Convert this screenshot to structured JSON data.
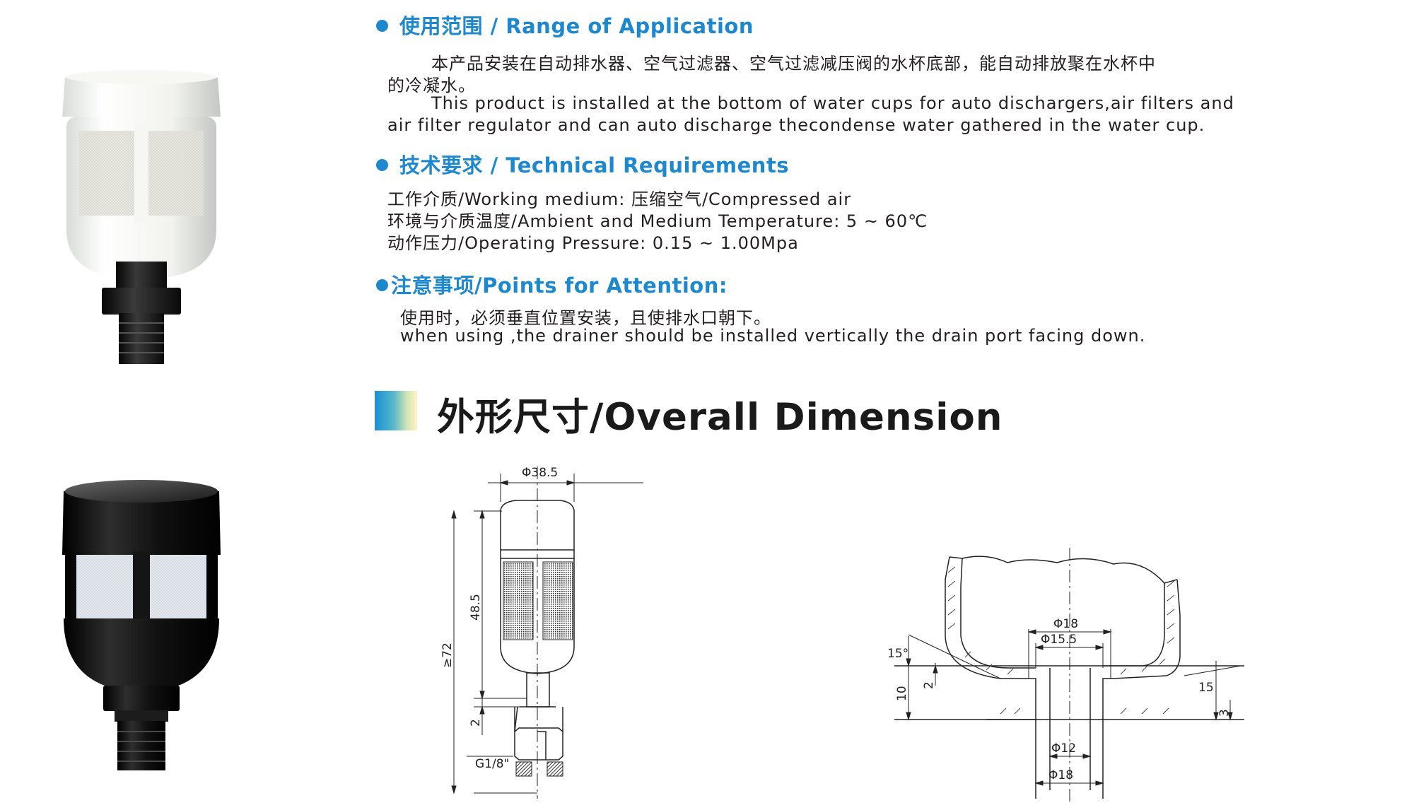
{
  "range": {
    "heading": "使用范围 / Range of Application",
    "zh_line1": "本产品安装在自动排水器、空气过滤器、空气过滤减压阀的水杯底部，能自动排放聚在水杯中",
    "zh_line2": "的冷凝水。",
    "en_line1": "This product is installed at the bottom of water cups for auto dischargers,air filters and",
    "en_line2": "air filter regulator and can auto discharge thecondense water gathered in the water cup."
  },
  "technical": {
    "heading": "技术要求 / Technical Requirements",
    "working_medium": "工作介质/Working medium: 压缩空气/Compressed air",
    "temperature": "环境与介质温度/Ambient and Medium Temperature: 5 ~ 60℃",
    "pressure": "动作压力/Operating Pressure: 0.15 ~ 1.00Mpa"
  },
  "attention": {
    "heading": "注意事项/Points for Attention:",
    "zh_line": "使用时，必须垂直位置安装，且使排水口朝下。",
    "en_line": "when using ,the drainer should be installed vertically the drain port facing down."
  },
  "dimension": {
    "title": "外形尺寸/Overall Dimension",
    "left_drawing": {
      "diameter": "Φ38.5",
      "body_height": "48.5",
      "total_height": "≥72",
      "gap": "2",
      "thread": "G1/8\""
    },
    "right_drawing": {
      "bore_outer": "Φ18",
      "bore_inner": "Φ15.5",
      "angle": "15°",
      "height_10": "10",
      "step_2": "2",
      "right_15": "15",
      "right_3": "3",
      "pipe_inner": "Φ12",
      "pipe_outer": "Φ18"
    }
  },
  "colors": {
    "accent": "#1e88cf",
    "text": "#231f20"
  }
}
